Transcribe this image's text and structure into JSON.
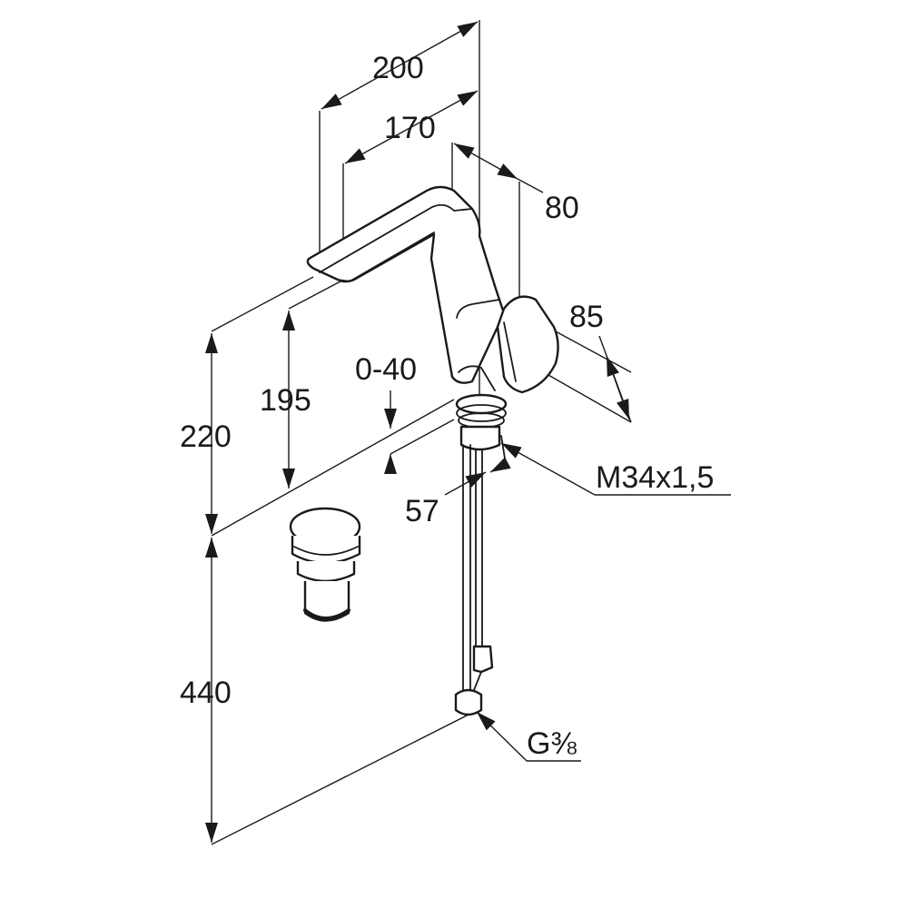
{
  "title": "Basin mixer dimension drawing",
  "dimensions": {
    "spout_reach_total": "200",
    "spout_reach": "170",
    "body_depth": "80",
    "lever_width": "85",
    "total_height": "220",
    "outlet_height": "195",
    "countertop_thickness": "0-40",
    "shank_diameter": "57",
    "thread": "M34x1,5",
    "hose_length": "440",
    "connection": "G⅜"
  },
  "colors": {
    "line": "#1a1a1a",
    "background": "#ffffff"
  }
}
